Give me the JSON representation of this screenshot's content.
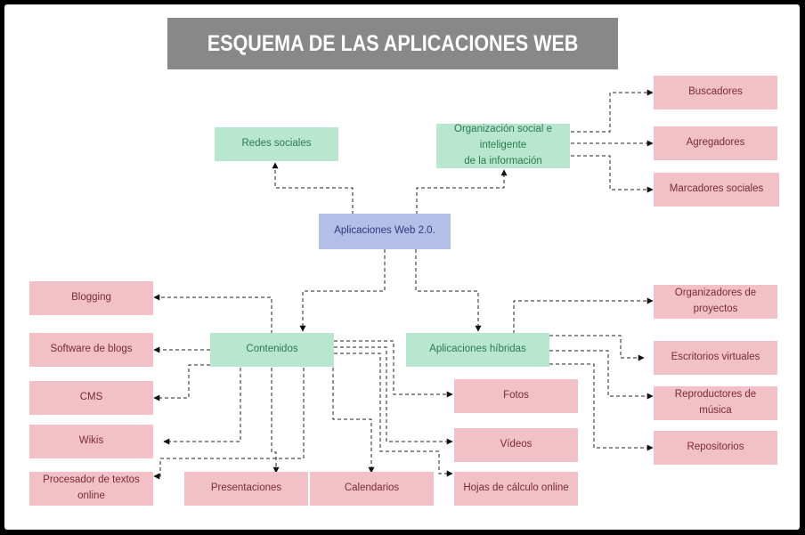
{
  "title": "ESQUEMA DE LAS APLICACIONES WEB",
  "colors": {
    "pink": "#f2c0c7",
    "green": "#b8e6ce",
    "blue": "#b3bfe6",
    "title_bg": "#888888",
    "frame": "#000000"
  },
  "nodes": {
    "central": "Aplicaciones Web 2.0.",
    "redes": "Redes sociales",
    "organizacion_1": "Organización social e inteligente",
    "organizacion_2": "de la información",
    "buscadores": "Buscadores",
    "agregadores": "Agregadores",
    "marcadores": "Marcadores sociales",
    "contenidos": "Contenidos",
    "hibridas": "Aplicaciones híbridas",
    "blogging": "Blogging",
    "software_blogs": "Software de blogs",
    "cms": "CMS",
    "wikis": "Wikis",
    "procesador": "Procesador de textos online",
    "presentaciones": "Presentaciones",
    "calendarios": "Calendarios",
    "fotos": "Fotos",
    "videos": "Vídeos",
    "hojas": "Hojas de cálculo online",
    "organizadores": "Organizadores de proyectos",
    "escritorios": "Escritorios virtuales",
    "reproductores": "Reproductores de música",
    "repositorios": "Repositorios"
  }
}
